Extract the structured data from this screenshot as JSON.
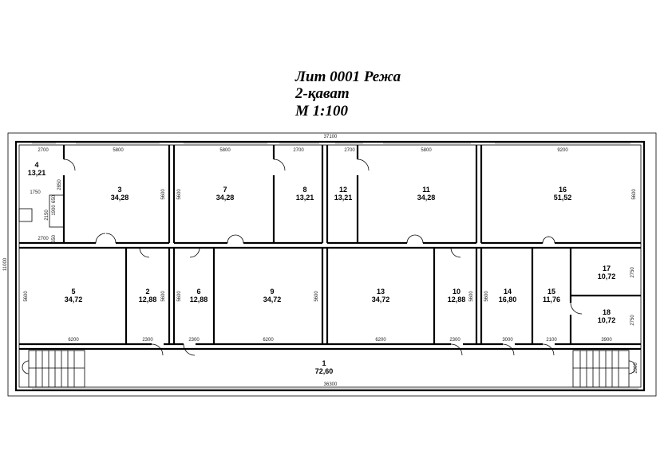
{
  "title": {
    "line1": "Лит 0001 Режа",
    "line2": "2-қават",
    "line3": "M 1:100"
  },
  "rooms": [
    {
      "num": "1",
      "area": "72,60"
    },
    {
      "num": "2",
      "area": "12,88"
    },
    {
      "num": "3",
      "area": "34,28"
    },
    {
      "num": "4",
      "area": "13,21"
    },
    {
      "num": "5",
      "area": "34,72"
    },
    {
      "num": "6",
      "area": "12,88"
    },
    {
      "num": "7",
      "area": "34,28"
    },
    {
      "num": "8",
      "area": "13,21"
    },
    {
      "num": "9",
      "area": "34,72"
    },
    {
      "num": "10",
      "area": "12,88"
    },
    {
      "num": "11",
      "area": "34,28"
    },
    {
      "num": "12",
      "area": "13,21"
    },
    {
      "num": "13",
      "area": "34,72"
    },
    {
      "num": "14",
      "area": "16,80"
    },
    {
      "num": "15",
      "area": "11,76"
    },
    {
      "num": "16",
      "area": "51,52"
    },
    {
      "num": "17",
      "area": "10,72"
    },
    {
      "num": "18",
      "area": "10,72"
    }
  ],
  "dimensions": [
    "37100",
    "36300",
    "11000",
    "2700",
    "5800",
    "5800",
    "2700",
    "2700",
    "5800",
    "9200",
    "2850",
    "1750",
    "1900",
    "2150",
    "650",
    "650",
    "2700",
    "5600",
    "5600",
    "5600",
    "5600",
    "5600",
    "5600",
    "5600",
    "5600",
    "5600",
    "2750",
    "2750",
    "6200",
    "2300",
    "2300",
    "6200",
    "6200",
    "2300",
    "3000",
    "2100",
    "3900",
    "2000"
  ]
}
